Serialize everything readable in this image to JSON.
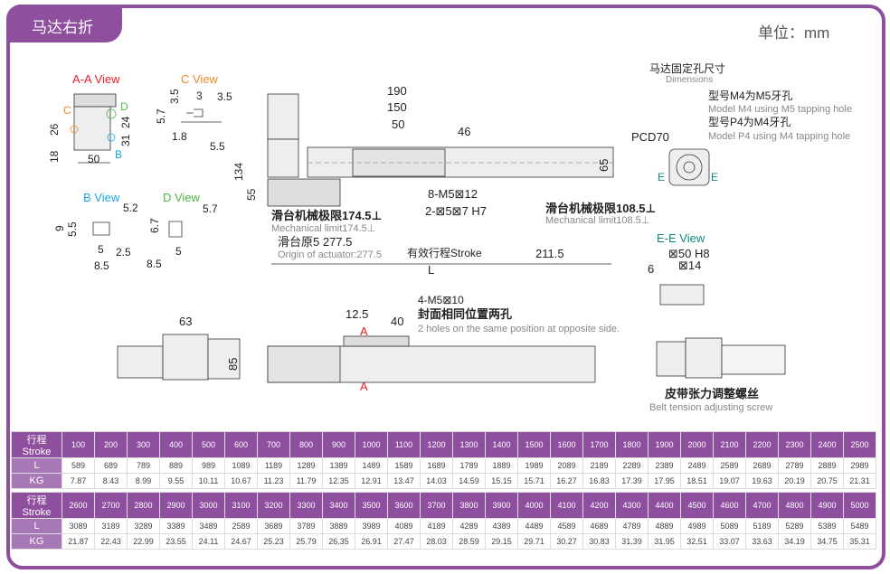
{
  "header": {
    "tab": "马达右折",
    "unit": "单位：mm"
  },
  "colors": {
    "brand": "#8e4f9f",
    "aa": "#e8202a",
    "c": "#f08a24",
    "b": "#1aa6e8",
    "d": "#4db848",
    "ee": "#0e8a7a"
  },
  "views": {
    "aa": {
      "title": "A-A View",
      "c": "C",
      "d": "D",
      "b": "B",
      "dims": [
        "26",
        "18",
        "50",
        "24",
        "31"
      ]
    },
    "c": {
      "title": "C View",
      "dims": [
        "3.5",
        "3",
        "3.5",
        "5.7",
        "1.8",
        "5.5"
      ]
    },
    "b": {
      "title": "B View",
      "dims": [
        "5.2",
        "9",
        "5.5",
        "5",
        "2.5",
        "8.5"
      ]
    },
    "d": {
      "title": "D View",
      "dims": [
        "5.7",
        "6.7",
        "5",
        "8.5"
      ]
    },
    "side": {
      "dims": [
        "134",
        "55"
      ]
    },
    "top": {
      "d190": "190",
      "d150": "150",
      "d50": "50",
      "d46": "46",
      "d65": "65",
      "holes1": "8-M5⊠12",
      "holes2": "2-⊠5⊠7 H7",
      "limL_cn": "滑台机械极限174.5⊥",
      "limL_en": "Mechanical limit174.5⊥",
      "origin_cn": "滑台原5  277.5",
      "origin_en": "Origin of actuator:277.5",
      "stroke": "有效行程Stroke",
      "d211": "211.5",
      "L": "L",
      "limR_cn": "滑台机械极限108.5⊥",
      "limR_en": "Mechanical limit108.5⊥"
    },
    "motor": {
      "title_cn": "马达固定孔尺寸",
      "title_en": "Dimensions",
      "m4_cn": "型号M4为M5牙孔",
      "m4_en": "Model M4 using M5 tapping hole",
      "p4_cn": "型号P4为M4牙孔",
      "p4_en": "Model P4 using M4 tapping hole",
      "pcd": "PCD70",
      "e": "E"
    },
    "ee": {
      "title": "E-E View",
      "d50": "⊠50 H8",
      "d14": "⊠14",
      "d6": "6"
    },
    "front": {
      "d63": "63",
      "d85": "85",
      "d125": "12.5",
      "d40": "40",
      "a": "A",
      "holes_cn": "4-M5⊠10",
      "holes_cn2": "封面相同位置两孔",
      "holes_en": "2 holes on the same position at opposite side."
    },
    "belt": {
      "cn": "皮带张力调整螺丝",
      "en": "Belt tension adjusting screw"
    }
  },
  "tables": [
    {
      "header": "行程 Stroke",
      "rows": [
        {
          "label": "L"
        },
        {
          "label": "KG"
        }
      ],
      "stroke": [
        "100",
        "200",
        "300",
        "400",
        "500",
        "600",
        "700",
        "800",
        "900",
        "1000",
        "1100",
        "1200",
        "1300",
        "1400",
        "1500",
        "1600",
        "1700",
        "1800",
        "1900",
        "2000",
        "2100",
        "2200",
        "2300",
        "2400",
        "2500"
      ],
      "L": [
        "589",
        "689",
        "789",
        "889",
        "989",
        "1089",
        "1189",
        "1289",
        "1389",
        "1489",
        "1589",
        "1689",
        "1789",
        "1889",
        "1989",
        "2089",
        "2189",
        "2289",
        "2389",
        "2489",
        "2589",
        "2689",
        "2789",
        "2889",
        "2989"
      ],
      "KG": [
        "7.87",
        "8.43",
        "8.99",
        "9.55",
        "10.11",
        "10.67",
        "11.23",
        "11.79",
        "12.35",
        "12.91",
        "13.47",
        "14.03",
        "14.59",
        "15.15",
        "15.71",
        "16.27",
        "16.83",
        "17.39",
        "17.95",
        "18.51",
        "19.07",
        "19.63",
        "20.19",
        "20.75",
        "21.31"
      ]
    },
    {
      "header": "行程 Stroke",
      "rows": [
        {
          "label": "L"
        },
        {
          "label": "KG"
        }
      ],
      "stroke": [
        "2600",
        "2700",
        "2800",
        "2900",
        "3000",
        "3100",
        "3200",
        "3300",
        "3400",
        "3500",
        "3600",
        "3700",
        "3800",
        "3900",
        "4000",
        "4100",
        "4200",
        "4300",
        "4400",
        "4500",
        "4600",
        "4700",
        "4800",
        "4900",
        "5000"
      ],
      "L": [
        "3089",
        "3189",
        "3289",
        "3389",
        "3489",
        "2589",
        "3689",
        "3789",
        "3889",
        "3989",
        "4089",
        "4189",
        "4289",
        "4389",
        "4489",
        "4589",
        "4689",
        "4789",
        "4889",
        "4989",
        "5089",
        "5189",
        "5289",
        "5389",
        "5489"
      ],
      "KG": [
        "21.87",
        "22.43",
        "22.99",
        "23.55",
        "24.11",
        "24.67",
        "25.23",
        "25.79",
        "26.35",
        "26.91",
        "27.47",
        "28.03",
        "28.59",
        "29.15",
        "29.71",
        "30.27",
        "30.83",
        "31.39",
        "31.95",
        "32.51",
        "33.07",
        "33.63",
        "34.19",
        "34.75",
        "35.31"
      ]
    }
  ]
}
